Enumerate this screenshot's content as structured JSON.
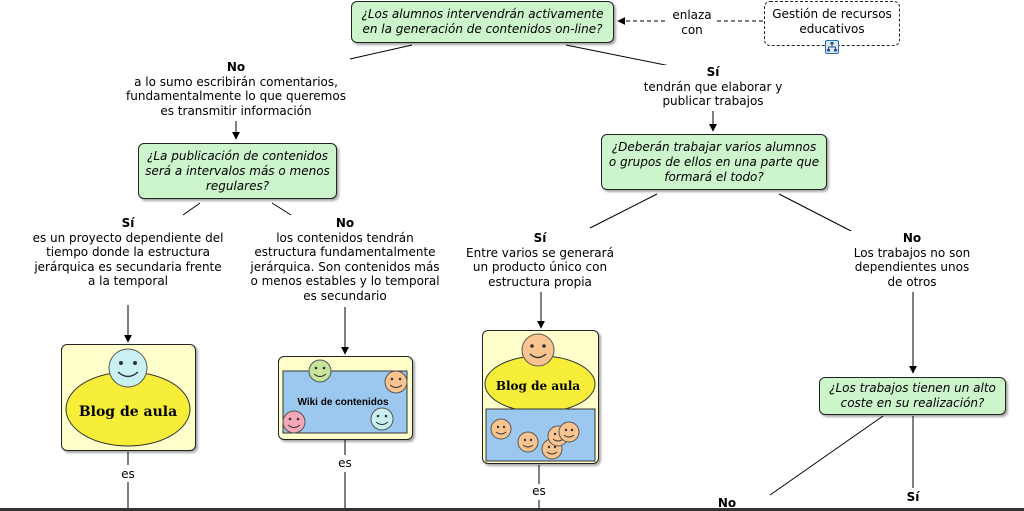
{
  "concepts": {
    "root": "¿Los alumnos intervendrán activamente en la generación de contenidos on-line?",
    "resource": "Gestión de recursos educativos",
    "pub": "¿La publicación de contenidos será a intervalos más o menos regulares?",
    "varios": "¿Deberán trabajar varios alumnos o grupos de ellos en una parte que formará el todo?",
    "coste": "¿Los trabajos tienen un alto coste en su realización?"
  },
  "links": {
    "enlaza": "enlaza con",
    "no_left": {
      "title": "No",
      "text": "a lo sumo escribirán comentarios, fundamentalmente lo que queremos es transmitir información"
    },
    "si_right": {
      "title": "Sí",
      "text": "tendrán que elaborar y publicar trabajos"
    },
    "si_blog": {
      "title": "Sí",
      "text": "es un proyecto dependiente del tiempo donde la estructura jerárquica es secundaria frente a la temporal"
    },
    "no_wiki": {
      "title": "No",
      "text": "los contenidos tendrán estructura fundamentalmente jerárquica. Son contenidos más o menos estables y lo temporal es secundario"
    },
    "si_group": {
      "title": "Sí",
      "text": "Entre varios se generará un producto único con estructura propia"
    },
    "no_indep": {
      "title": "No",
      "text": "Los trabajos no son dependientes unos de otros"
    },
    "es1": "es",
    "es2": "es",
    "es3": "es",
    "no_bottom": "No",
    "si_bottom": "Sí"
  },
  "images": {
    "blog1_text": "Blog de aula",
    "wiki_text": "Wiki de contenidos",
    "blog2_text": "Blog de aula"
  },
  "colors": {
    "concept_fill": "#ccf5cc",
    "card_fill": "#ffffcc",
    "ellipse_yellow": "#f7ee3a",
    "panel_blue": "#9cc8ef",
    "face_cyan": "#c9f1f1",
    "face_orange": "#f9c48f",
    "face_green": "#c8e69b",
    "face_pink": "#f4a7b6"
  },
  "icons": {
    "resource": "sitemap-icon"
  }
}
